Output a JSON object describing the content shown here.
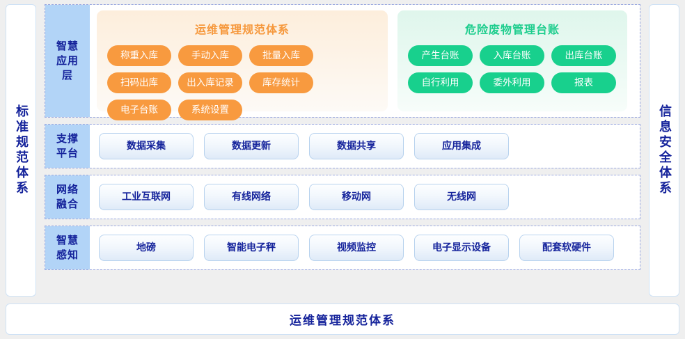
{
  "diagram": {
    "left_sidebar": {
      "label": "标准规范体系"
    },
    "right_sidebar": {
      "label": "信息安全体系"
    },
    "bottom_bar": {
      "label": "运维管理规范体系"
    },
    "colors": {
      "orange_accent": "#f6983c",
      "orange_pill": "#f89a3f",
      "green_accent": "#1dcd8d",
      "green_pill": "#18d08d",
      "label_bg": "#b2d4f7",
      "label_text": "#15239b",
      "box_border": "#b7d2ee",
      "box_text": "#16249c",
      "layer_border": "#9aa8e0",
      "page_bg": "#efefef"
    },
    "layers": [
      {
        "name": "智慧应用层",
        "panels": [
          {
            "title": "运维管理规范体系",
            "theme": "orange",
            "items": [
              "称重入库",
              "手动入库",
              "批量入库",
              "扫码出库",
              "出入库记录",
              "库存统计",
              "电子台账",
              "系统设置"
            ]
          },
          {
            "title": "危险废物管理台账",
            "theme": "green",
            "items": [
              "产生台账",
              "入库台账",
              "出库台账",
              "自行利用",
              "委外利用",
              "报表"
            ]
          }
        ]
      },
      {
        "name": "支撑平台",
        "items": [
          "数据采集",
          "数据更新",
          "数据共享",
          "应用集成"
        ]
      },
      {
        "name": "网络融合",
        "items": [
          "工业互联网",
          "有线网络",
          "移动网",
          "无线网"
        ]
      },
      {
        "name": "智慧感知",
        "items": [
          "地磅",
          "智能电子秤",
          "视频监控",
          "电子显示设备",
          "配套软硬件"
        ]
      }
    ]
  }
}
